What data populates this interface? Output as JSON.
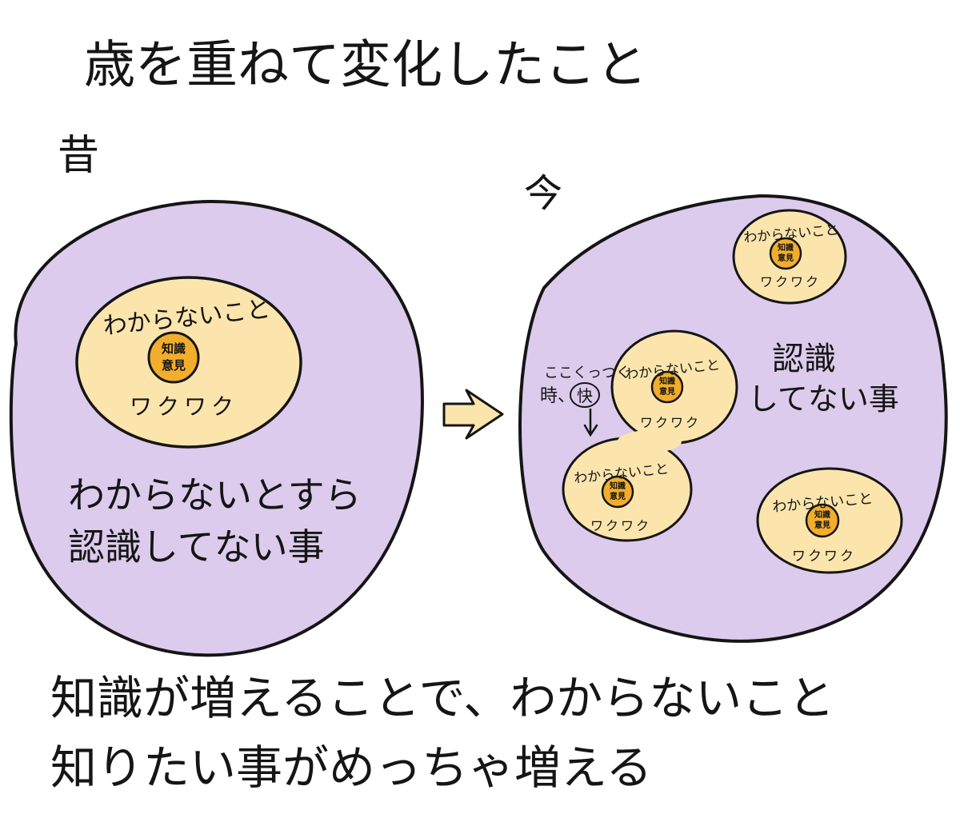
{
  "title": "歳を重ねて変化したこと",
  "before": {
    "label": "昔",
    "inner_core_line1": "知識",
    "inner_core_line2": "意見",
    "middle_ring_label": "わからないこと",
    "middle_ring_sub": "ワクワク",
    "outer_label_line1": "わからないとすら",
    "outer_label_line2": "認識してない事"
  },
  "arrow": "⇨",
  "after": {
    "label": "今",
    "outer_label_line1": "認識",
    "outer_label_line2": "してない事",
    "annotation_line1": "ここくっつく",
    "annotation_line2_prefix": "時、",
    "annotation_circled": "快",
    "bubble_core_line1": "知識",
    "bubble_core_line2": "意見",
    "bubble_label": "わからないこと",
    "bubble_sub": "ワクワク"
  },
  "caption_line1": "知識が増えることで、わからないこと",
  "caption_line2": "知りたい事がめっちゃ増える",
  "colors": {
    "outer_purple": "#dccbec",
    "middle_cream": "#fbe5ad",
    "core_orange": "#f2ad2c",
    "stroke": "#151515",
    "arrow_fill": "#fbe5ad"
  }
}
